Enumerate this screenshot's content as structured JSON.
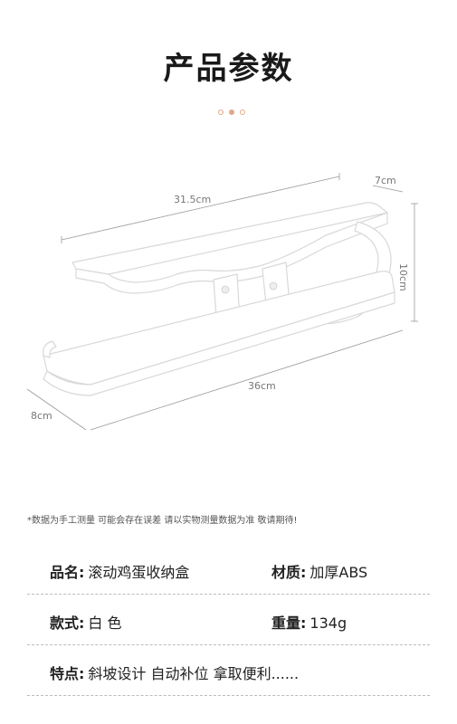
{
  "page_title": "产品参数",
  "dimensions": {
    "length_top": "31.5cm",
    "width_top": "7cm",
    "height": "10cm",
    "length_bottom": "36cm",
    "depth": "8cm"
  },
  "note": "*数据为手工测量 可能会存在误差 请以实物测量数据为准 敬请期待!",
  "specs": {
    "name_label": "品名:",
    "name_value": "滚动鸡蛋收纳盒",
    "material_label": "材质:",
    "material_value": "加厚ABS",
    "style_label": "款式:",
    "style_value": "白 色",
    "weight_label": "重量:",
    "weight_value": "134g",
    "feature_label": "特点:",
    "feature_value": "斜坡设计 自动补位 拿取便利......"
  },
  "colors": {
    "accent": "#e0a888",
    "product": "#ffffff",
    "outline": "#d8d8d8"
  }
}
